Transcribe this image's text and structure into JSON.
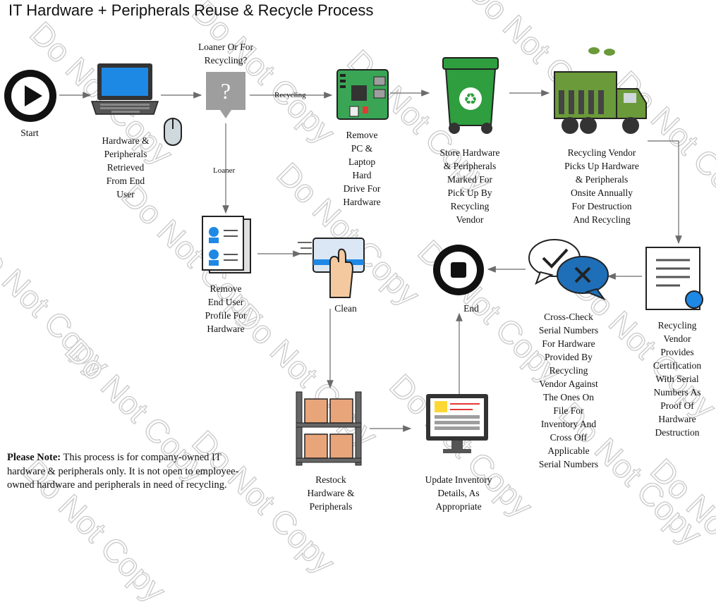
{
  "title": "IT Hardware + Peripherals Reuse & Recycle Process",
  "watermark": "Do Not Copy",
  "labels": {
    "start": "Start",
    "retrieved": "Hardware &\nPeripherals\nRetrieved\nFrom End\nUser",
    "decision": "Loaner Or For\nRecycling?",
    "recycling_branch": "Recycling",
    "loaner_branch": "Loaner",
    "remove_drive": "Remove\nPC &\nLaptop\nHard\nDrive For\nHardware",
    "store": "Store Hardware\n& Peripherals\nMarked For\nPick Up By\nRecycling\nVendor",
    "pickup": "Recycling Vendor\nPicks Up Hardware\n& Peripherals\nOnsite Annually\nFor Destruction\nAnd Recycling",
    "remove_profile": "Remove\nEnd User\nProfile For\nHardware",
    "clean": "Clean",
    "end": "End",
    "crosscheck": "Cross-Check\nSerial Numbers\nFor Hardware\nProvided By\nRecycling\nVendor Against\nThe Ones On\nFile For\nInventory And\nCross Off\nApplicable\nSerial Numbers",
    "certification": "Recycling\nVendor\nProvides\nCertification\nWith Serial\nNumbers As\nProof Of\nHardware\nDestruction",
    "restock": "Restock\nHardware &\nPeripherals",
    "update": "Update Inventory\nDetails, As\nAppropriate"
  },
  "note": {
    "bold": "Please Note:",
    "text": " This process is for company-owned IT hardware & peripherals only. It is not open to employee-owned hardware and peripherals in need of recycling."
  },
  "colors": {
    "arrow": "#6b6b6b",
    "recycling_text": "#2e7d32",
    "loaner_text": "#1e6fb8",
    "bin_green": "#2e9e3e",
    "truck_green": "#6b9a3a",
    "screen_blue": "#1e88e5"
  },
  "icons": [
    "play-icon",
    "laptop-icon",
    "mouse-icon",
    "question-icon",
    "circuit-board-icon",
    "recycle-bin-icon",
    "garbage-truck-icon",
    "profile-docs-icon",
    "hand-touchpad-icon",
    "stop-icon",
    "speech-bubbles-icon",
    "certificate-icon",
    "shelf-boxes-icon",
    "inventory-monitor-icon"
  ]
}
